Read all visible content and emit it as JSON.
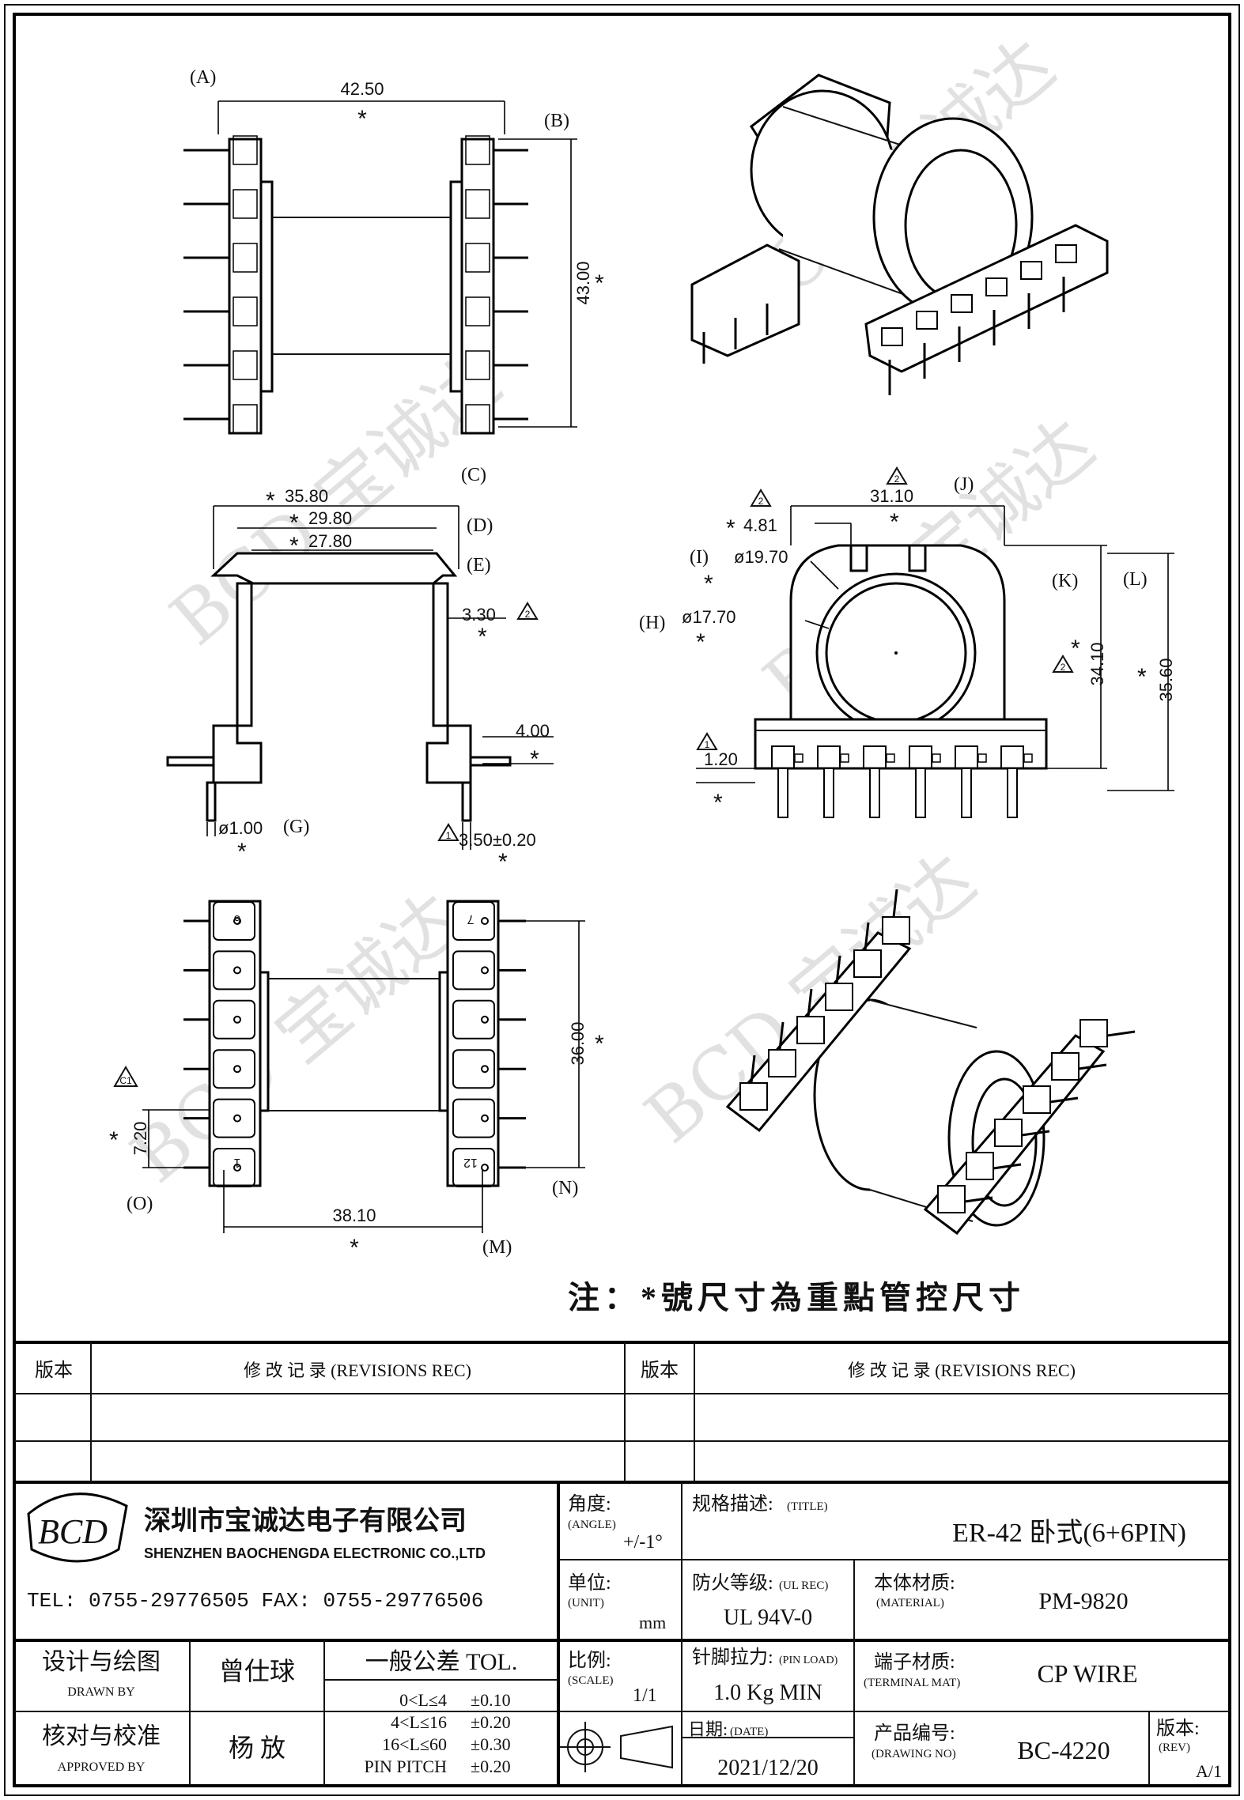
{
  "views": {
    "top": {
      "dim_width": "42.50",
      "dim_height": "43.00",
      "label_a": "(A)",
      "label_b": "(B)",
      "star": "*"
    },
    "side": {
      "dim_c": "35.80",
      "dim_d": "29.80",
      "dim_e": "27.80",
      "dim_wall": "3.30",
      "dim_foot": "4.00",
      "dim_pin": "3.50±0.20",
      "dim_pin_dia": "ø1.00",
      "label_c": "(C)",
      "label_d": "(D)",
      "label_e": "(E)",
      "label_g": "(G)",
      "star": "*"
    },
    "front": {
      "dim_j": "31.10",
      "dim_slot": "4.81",
      "dim_outer_dia": "ø19.70",
      "dim_inner_dia": "ø17.70",
      "dim_k": "34.10",
      "dim_l": "35.60",
      "dim_base": "1.20",
      "label_i": "(I)",
      "label_h": "(H)",
      "label_j": "(J)",
      "label_k": "(K)",
      "label_l": "(L)",
      "star": "*"
    },
    "bottom": {
      "dim_height": "36.00",
      "dim_width": "38.10",
      "dim_pitch": "7.20",
      "label_o": "(O)",
      "label_m": "(M)",
      "label_n": "(N)",
      "pin_1": "1",
      "pin_6": "6",
      "pin_7": "7",
      "pin_12": "12",
      "star": "*"
    },
    "rev_marks": {
      "one": "1",
      "two": "2",
      "c1": "C1"
    }
  },
  "note": "注：*號尺寸為重點管控尺寸",
  "watermark": "BCD 宝诚达",
  "revisions": {
    "col_version": "版本",
    "col_record": "修 改 记 录  (REVISIONS REC)"
  },
  "title_block": {
    "logo_text": "BCD",
    "company_cn": "深圳市宝诚达电子有限公司",
    "company_en": "SHENZHEN BAOCHENGDA ELECTRONIC CO.,LTD",
    "tel": "TEL: 0755-29776505  FAX: 0755-29776506",
    "angle_label": "角度:",
    "angle_label_en": "(ANGLE)",
    "angle_value": "+/-1°",
    "title_label": "规格描述:",
    "title_label_en": "(TITLE)",
    "title_value": "ER-42 卧式(6+6PIN)",
    "unit_label": "单位:",
    "unit_label_en": "(UNIT)",
    "unit_value": "mm",
    "fire_label": "防火等级:",
    "fire_label_en": "(UL REC)",
    "fire_value": "UL 94V-0",
    "material_label": "本体材质:",
    "material_label_en": "(MATERIAL)",
    "material_value": "PM-9820",
    "drawn_label": "设计与绘图",
    "drawn_label_en": "DRAWN BY",
    "drawn_value": "曾仕球",
    "tol_label": "一般公差 TOL.",
    "tol_rows": [
      {
        "range": "0<L≤4",
        "tol": "±0.10"
      },
      {
        "range": "4<L≤16",
        "tol": "±0.20"
      },
      {
        "range": "16<L≤60",
        "tol": "±0.30"
      },
      {
        "range": "PIN PITCH",
        "tol": "±0.20"
      }
    ],
    "scale_label": "比例:",
    "scale_label_en": "(SCALE)",
    "scale_value": "1/1",
    "pin_load_label": "针脚拉力:",
    "pin_load_label_en": "(PIN LOAD)",
    "pin_load_value": "1.0 Kg MIN",
    "terminal_label": "端子材质:",
    "terminal_label_en": "(TERMINAL MAT)",
    "terminal_value": "CP WIRE",
    "approved_label": "核对与校准",
    "approved_label_en": "APPROVED BY",
    "approved_value": "杨  放",
    "date_label": "日期:",
    "date_label_en": "(DATE)",
    "date_value": "2021/12/20",
    "drawing_no_label": "产品编号:",
    "drawing_no_label_en": "(DRAWING NO)",
    "drawing_no_value": "BC-4220",
    "rev_label": "版本:",
    "rev_label_en": "(REV)",
    "rev_value": "A/1"
  }
}
